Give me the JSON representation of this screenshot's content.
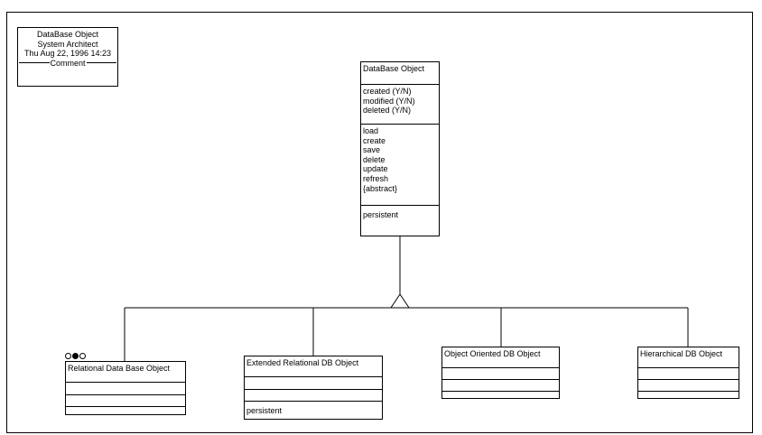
{
  "comment_box": {
    "line1": "DataBase Object",
    "line2": "System Architect",
    "line3": "Thu Aug 22, 1996  14:23",
    "comment_label": "Comment"
  },
  "classes": {
    "database_object": {
      "name": "DataBase Object",
      "attributes": [
        "created (Y/N)",
        "modified (Y/N)",
        "deleted (Y/N)"
      ],
      "operations": [
        "load",
        "create",
        "save",
        "delete",
        "update",
        "refresh",
        "{abstract}"
      ],
      "properties": [
        "persistent"
      ]
    },
    "relational": {
      "name": "Relational Data Base Object"
    },
    "extended_relational": {
      "name": "Extended Relational DB Object",
      "properties": [
        "persistent"
      ]
    },
    "object_oriented": {
      "name": "Object Oriented DB Object"
    },
    "hierarchical": {
      "name": "Hierarchical DB Object"
    }
  }
}
